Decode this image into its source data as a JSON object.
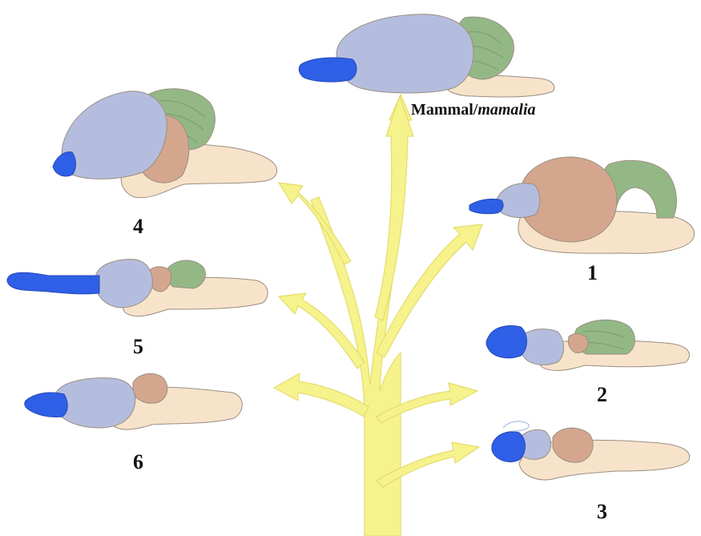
{
  "colors": {
    "background": "#ffffff",
    "tree": "#f6f28c",
    "tree_edge": "#e8e26a",
    "olfactory_bulb": "#2f5fe6",
    "cerebrum": "#b5bdde",
    "cerebellum": "#93b886",
    "optic_lobe": "#d4a68e",
    "brainstem": "#f7e3c9",
    "outline": "#9a8e82"
  },
  "labels": {
    "mammal_prefix": "Mammal/",
    "mammal_italic": "mamalia",
    "n1": "1",
    "n2": "2",
    "n3": "3",
    "n4": "4",
    "n5": "5",
    "n6": "6"
  }
}
